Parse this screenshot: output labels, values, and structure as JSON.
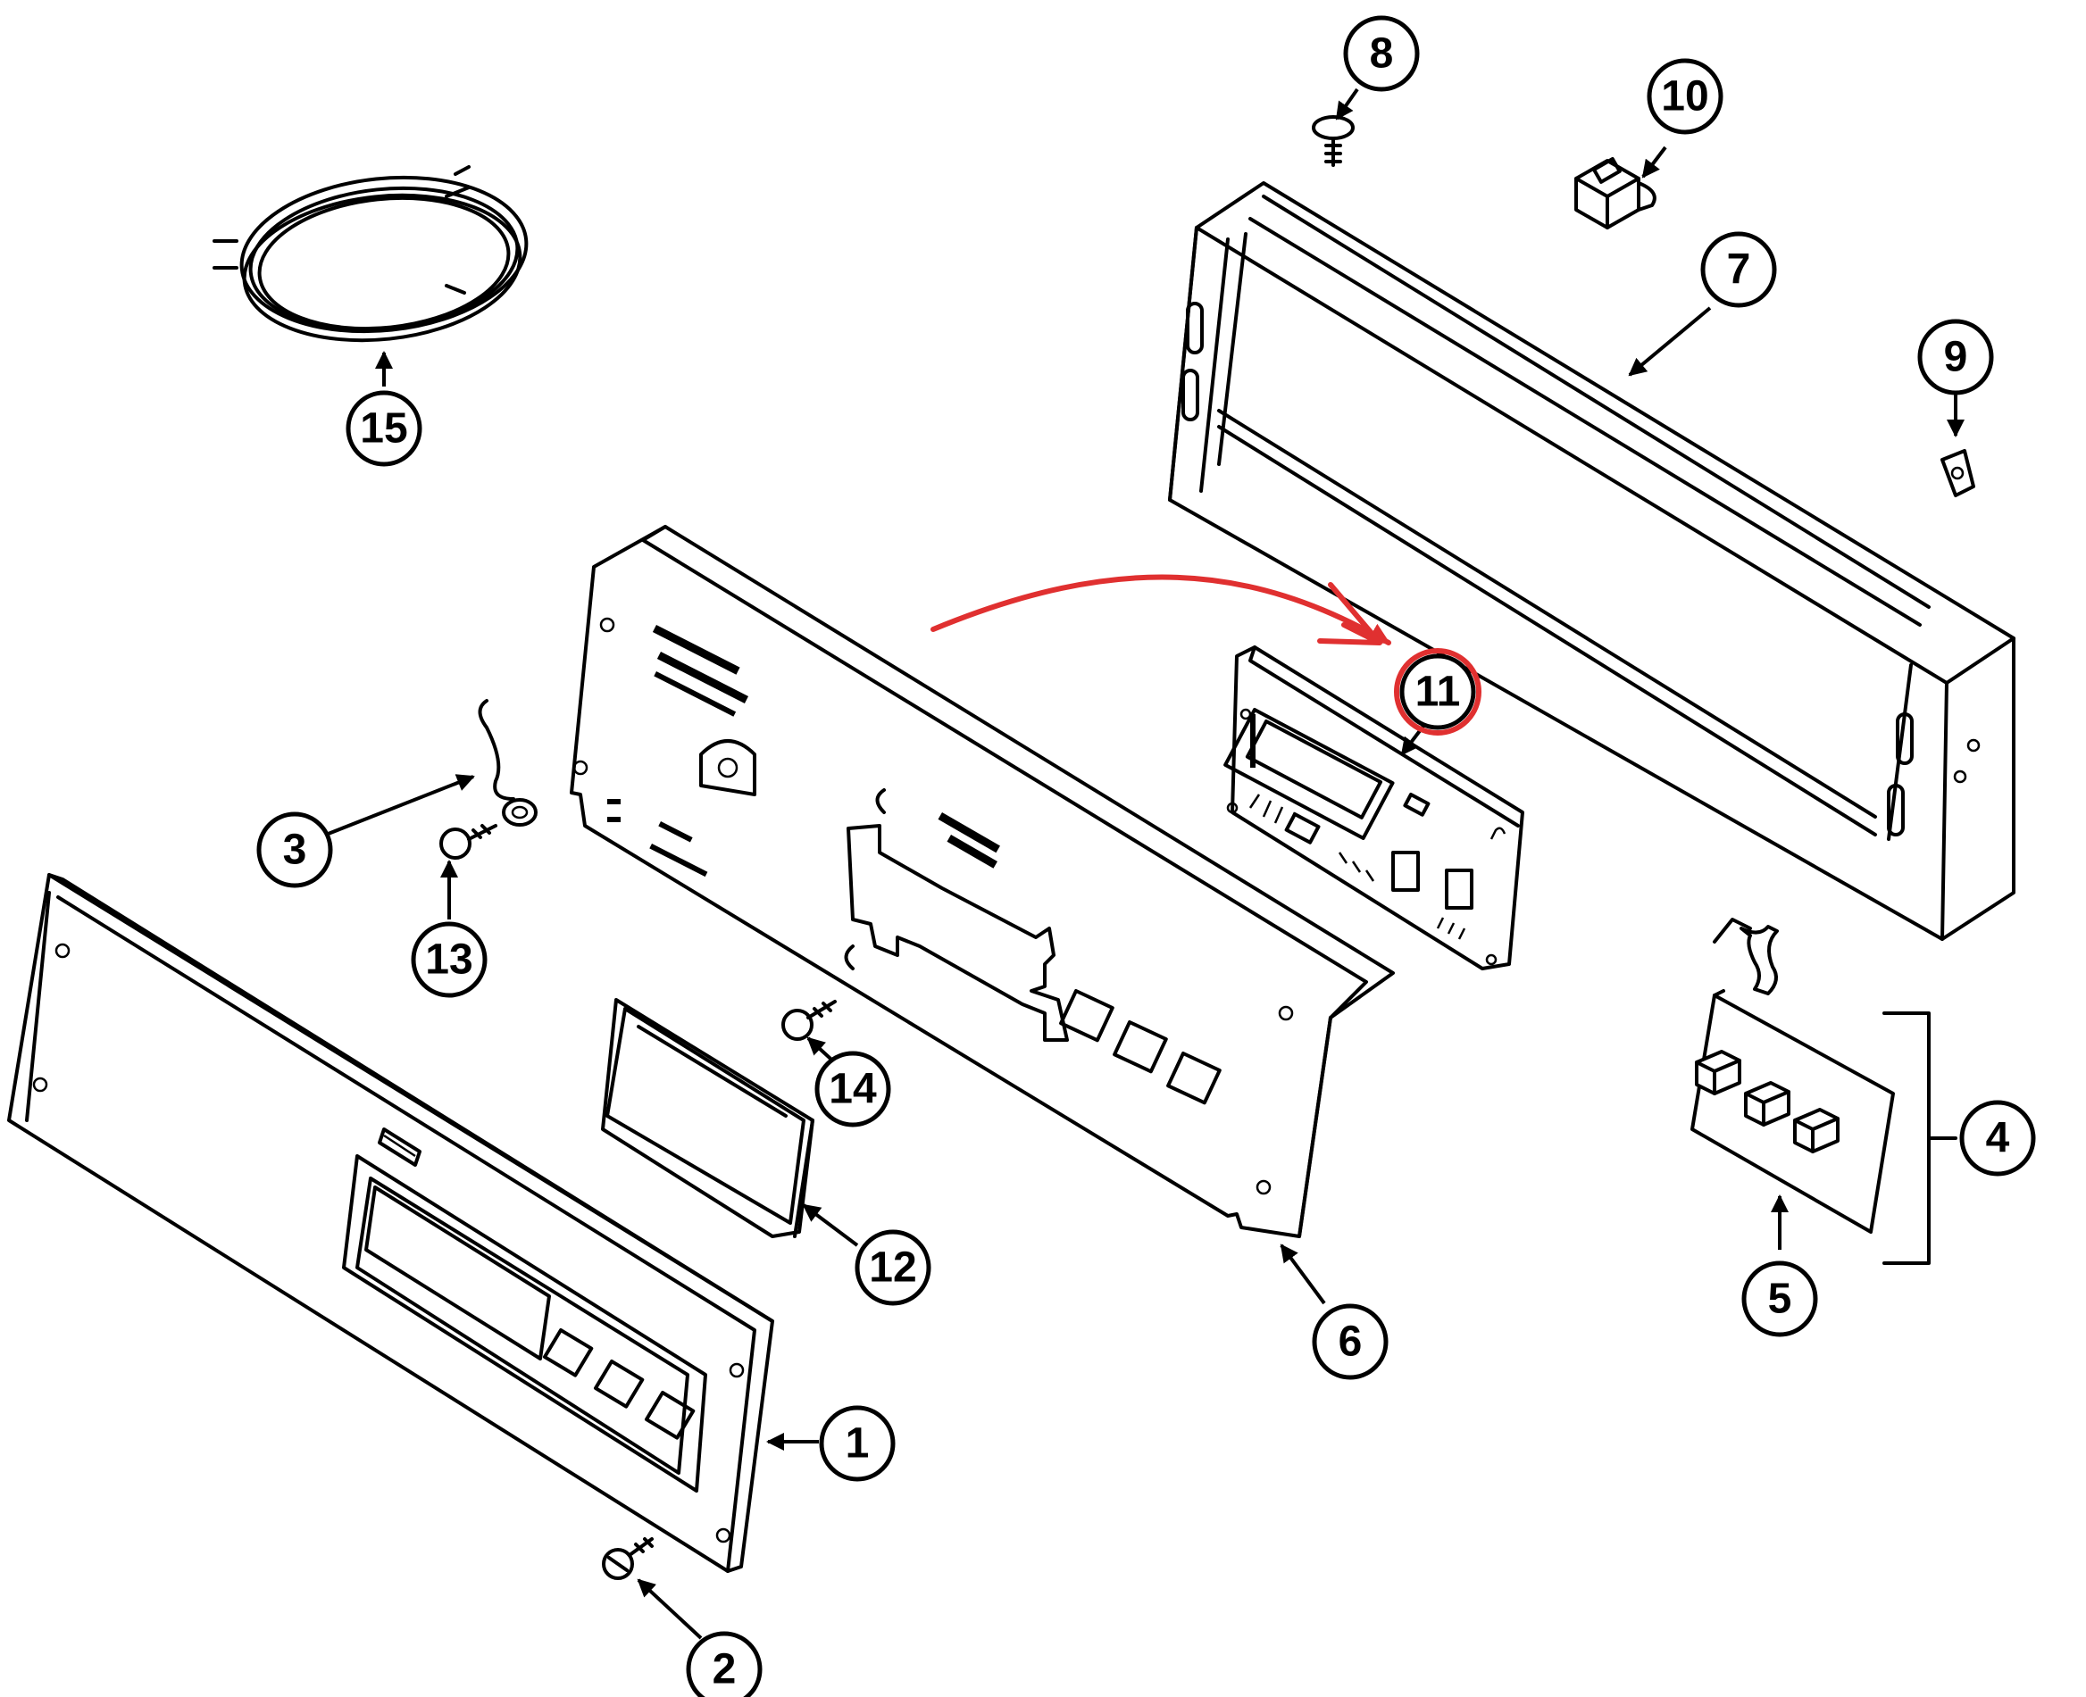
{
  "callouts": [
    {
      "id": "1",
      "label": "1"
    },
    {
      "id": "2",
      "label": "2"
    },
    {
      "id": "3",
      "label": "3"
    },
    {
      "id": "4",
      "label": "4"
    },
    {
      "id": "5",
      "label": "5"
    },
    {
      "id": "6",
      "label": "6"
    },
    {
      "id": "7",
      "label": "7"
    },
    {
      "id": "8",
      "label": "8"
    },
    {
      "id": "9",
      "label": "9"
    },
    {
      "id": "10",
      "label": "10"
    },
    {
      "id": "11",
      "label": "11"
    },
    {
      "id": "12",
      "label": "12"
    },
    {
      "id": "13",
      "label": "13"
    },
    {
      "id": "14",
      "label": "14"
    },
    {
      "id": "15",
      "label": "15"
    }
  ],
  "highlight": {
    "target": "11",
    "color": "#e03030"
  }
}
